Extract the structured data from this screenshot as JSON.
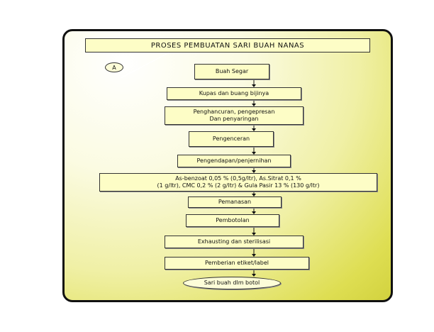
{
  "title": "PROSES PEMBUATAN SARI BUAH NANAS",
  "marker": "A",
  "steps": [
    {
      "line1": "Buah Segar",
      "line2": ""
    },
    {
      "line1": "Kupas dan buang bijinya",
      "line2": ""
    },
    {
      "line1": "Penghancuran, pengepresan",
      "line2": "Dan penyaringan"
    },
    {
      "line1": "Pengenceran",
      "line2": ""
    },
    {
      "line1": "Pengendapan/penjernihan",
      "line2": ""
    },
    {
      "line1": "As-benzoat 0,05 % (0,5g/ltr), As.Sitrat 0,1 %",
      "line2": "(1 g/ltr), CMC 0,2 % (2 g/ltr) & Gula Pasir 13 % (130 g/ltr)"
    },
    {
      "line1": "Pemanasan",
      "line2": ""
    },
    {
      "line1": "Pembotolan",
      "line2": ""
    },
    {
      "line1": "Exhausting dan sterilisasi",
      "line2": ""
    },
    {
      "line1": "Pemberian etiket/label",
      "line2": ""
    },
    {
      "line1": "Sari buah dlm botol",
      "line2": ""
    }
  ],
  "colors": {
    "box_fill": "#fdfdc6",
    "slide_edge": "#d2d23e",
    "stroke": "#333333"
  }
}
